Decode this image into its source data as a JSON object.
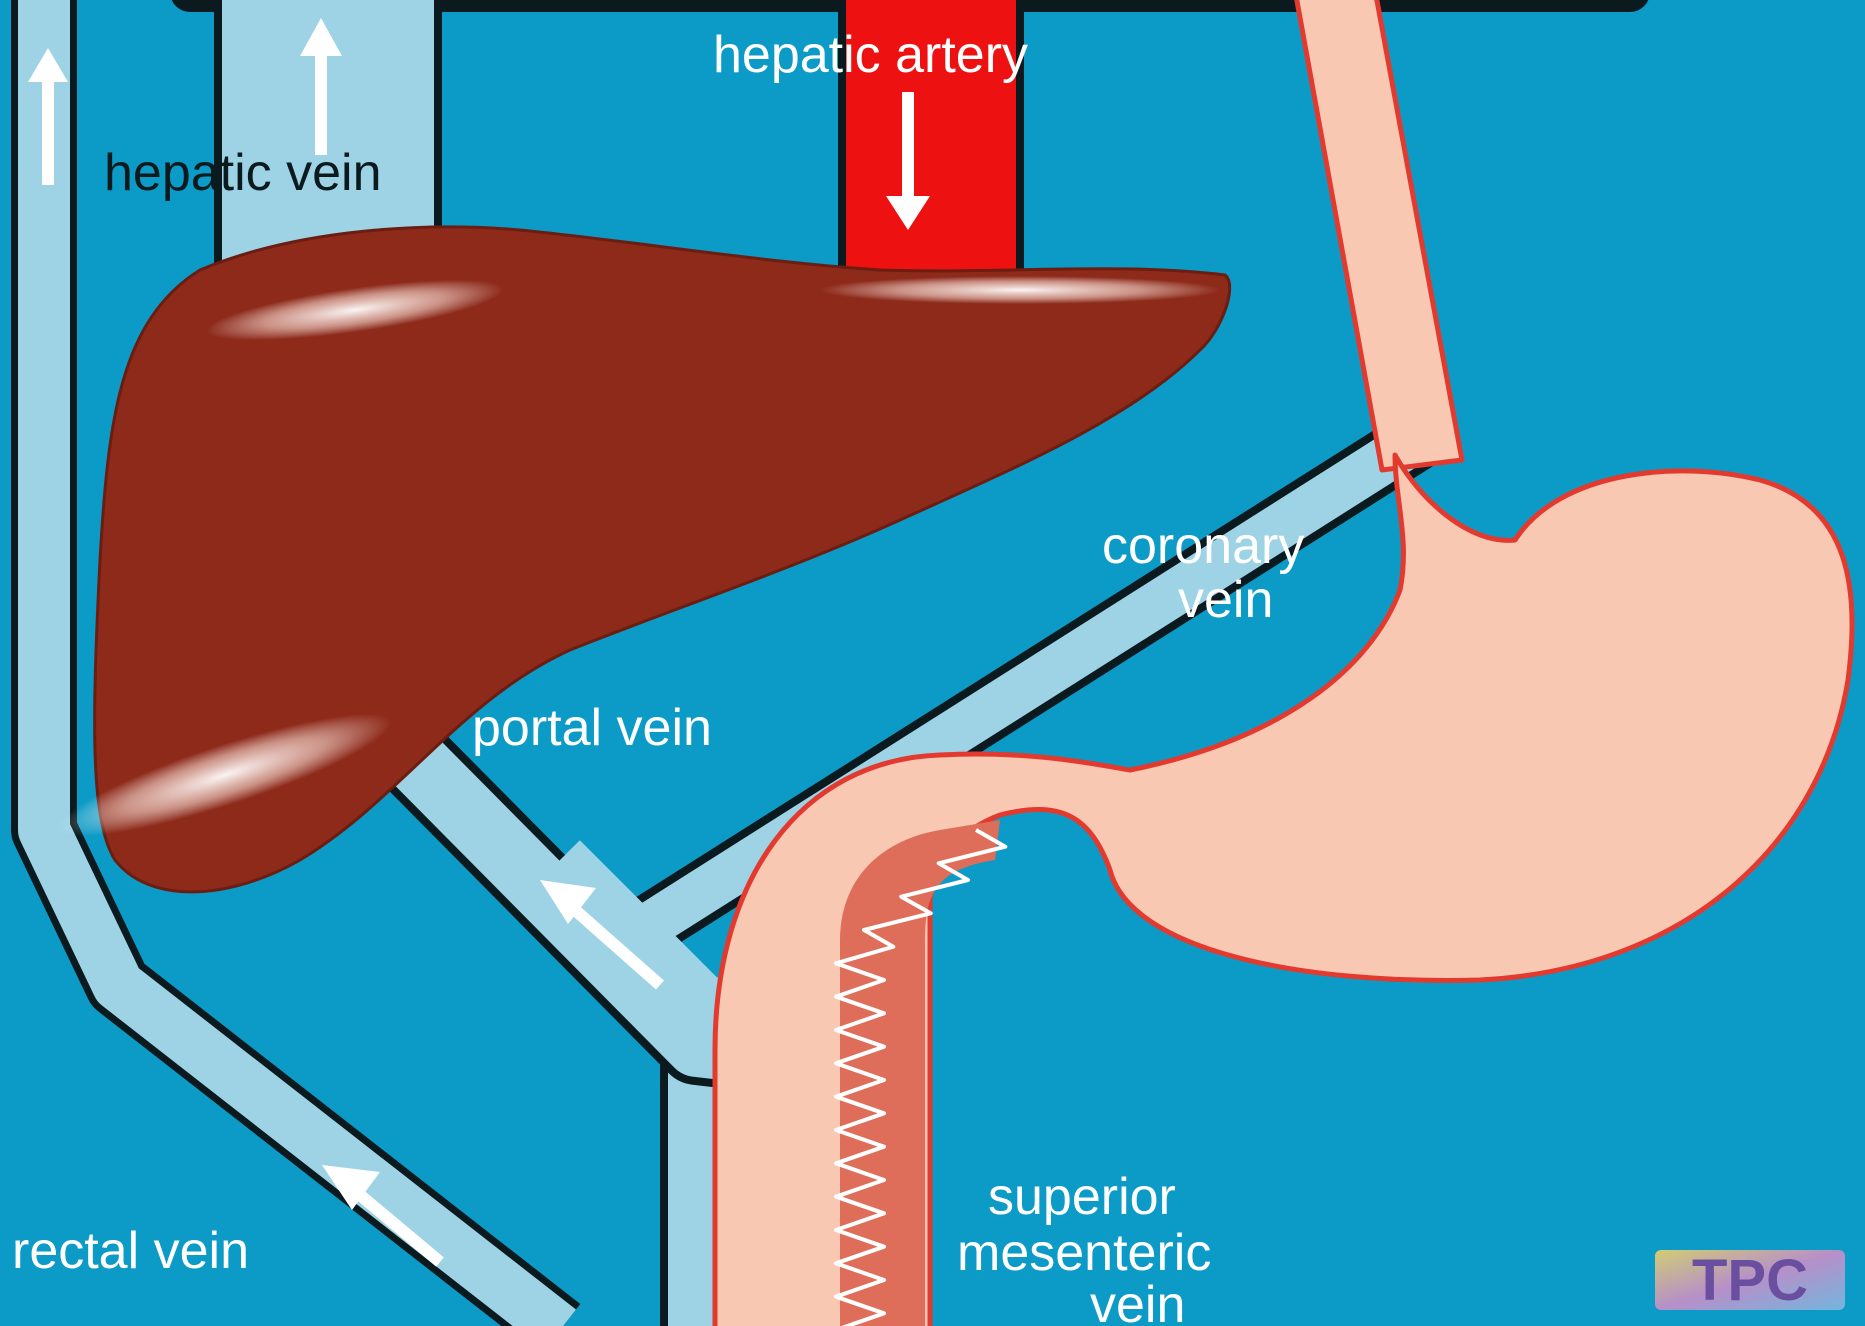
{
  "diagram": {
    "colors": {
      "background": "#0C9BC6",
      "vein": "#9DD3E5",
      "outline": "#0B1A1E",
      "artery": "#EE1111",
      "liver": "#8E2A1A",
      "gut": "#F9C8B2",
      "gut_inner": "#DE6E5A",
      "gut_outline": "#E23A2F",
      "label_white": "#FFFFFF",
      "label_dark": "#0B1A1E"
    },
    "labels": {
      "hepatic_artery": "hepatic artery",
      "hepatic_vein": "hepatic vein",
      "coronary_vein_line1": "coronary",
      "coronary_vein_line2": "vein",
      "portal_vein": "portal vein",
      "rectal_vein": "rectal vein",
      "sup_mes_line1": "superior",
      "sup_mes_line2": "mesenteric",
      "sup_mes_line3": "vein"
    },
    "logo_text": "TPC",
    "icons": [
      "arrow-up-icon",
      "arrow-down-icon",
      "arrow-up-left-icon"
    ]
  }
}
